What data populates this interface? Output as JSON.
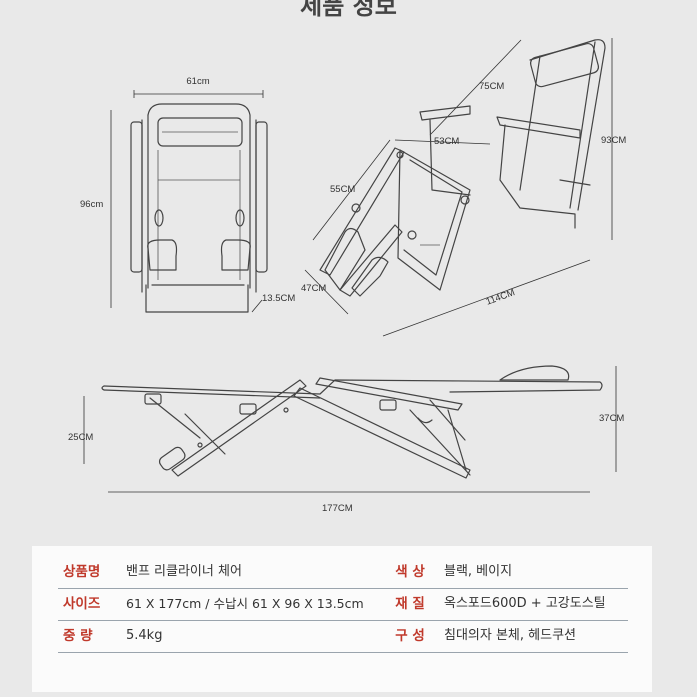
{
  "header": {
    "title": "제품 정보"
  },
  "front_view": {
    "width": "61cm",
    "height": "96cm",
    "depth": "13.5CM"
  },
  "folded_view": {
    "backrest": "75CM",
    "armrest": "53CM",
    "seat": "55CM",
    "footrest": "47CM",
    "total_height": "93CM",
    "total_length": "114CM"
  },
  "side_view": {
    "back_height": "37CM",
    "leg_height": "25CM",
    "total_length": "177CM"
  },
  "specs": [
    {
      "label1": "상품명",
      "value1": "밴프 리클라이너 체어",
      "label2": "색 상",
      "value2": "블랙, 베이지"
    },
    {
      "label1": "사이즈",
      "value1": "61 X 177cm / 수납시 61 X 96 X 13.5cm",
      "label2": "재 질",
      "value2": "옥스포드600D + 고강도스틸"
    },
    {
      "label1": "중 량",
      "value1": "5.4kg",
      "label2": "구 성",
      "value2": "침대의자 본체, 헤드쿠션"
    }
  ],
  "colors": {
    "background": "#e9e9e9",
    "label": "#c0392b",
    "panel": "#fbfbfb"
  }
}
